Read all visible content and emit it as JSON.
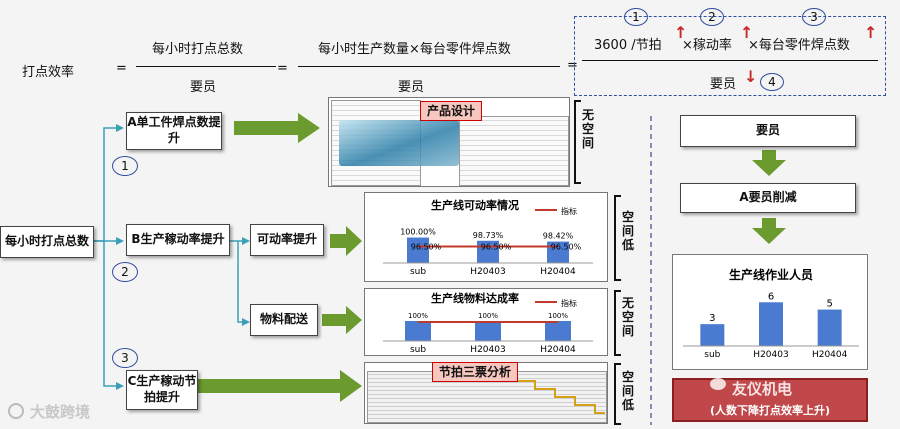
{
  "formula": {
    "label": "打点效率",
    "eq1": "=",
    "frac1_num": "每小时打点总数",
    "frac1_den": "要员",
    "eq2": "=",
    "frac2_num": "每小时生产数量×每台零件焊点数",
    "frac2_den": "要员",
    "eq3": "=",
    "frac3_num_a": "3600 /节拍",
    "frac3_num_b": "×稼动率",
    "frac3_num_c": "×每台零件焊点数",
    "frac3_den": "要员",
    "circle_1": "1",
    "circle_2": "2",
    "circle_3": "3",
    "circle_4": "4"
  },
  "tree": {
    "root": "每小时打点总数",
    "a": "A单工件焊点数提升",
    "b": "B生产稼动率提升",
    "b1": "可动率提升",
    "b2": "物料配送",
    "c": "C生产稼动节拍提升",
    "num1": "1",
    "num2": "2",
    "num3": "3"
  },
  "panels": {
    "design_tag": "产品设计",
    "design_side": "无空间",
    "avail_side": "空间低",
    "material_side": "无空间",
    "takt_tag": "节拍三票分析",
    "takt_side": "空间低"
  },
  "right": {
    "staff": "要员",
    "reduce": "A要员削减",
    "footer": "(人数下降打点效率上升)",
    "watermark": "友仪机电"
  },
  "watermark_left": "大鼓跨境",
  "chart_data": [
    {
      "type": "bar",
      "title": "生产线可动率情况",
      "legend": [
        "指标"
      ],
      "categories": [
        "sub",
        "H20403",
        "H20404"
      ],
      "values": [
        100.0,
        98.73,
        98.42
      ],
      "value_labels": [
        "100.00%",
        "98.73%",
        "98.42%"
      ],
      "target": 96.5,
      "target_labels": [
        "96.50%",
        "96.50%",
        "96.50%"
      ],
      "ylim": [
        90,
        101
      ]
    },
    {
      "type": "bar",
      "title": "生产线物料达成率",
      "legend": [
        "指标"
      ],
      "categories": [
        "sub",
        "H20403",
        "H20404"
      ],
      "values": [
        100,
        100,
        100
      ],
      "value_labels": [
        "100%",
        "100%",
        "100%"
      ],
      "target": 95,
      "ylim": [
        0,
        110
      ]
    },
    {
      "type": "bar",
      "title": "生产线作业人员",
      "categories": [
        "sub",
        "H20403",
        "H20404"
      ],
      "values": [
        3,
        6,
        5
      ],
      "value_labels": [
        "3",
        "6",
        "5"
      ],
      "ylim": [
        0,
        7
      ]
    }
  ]
}
